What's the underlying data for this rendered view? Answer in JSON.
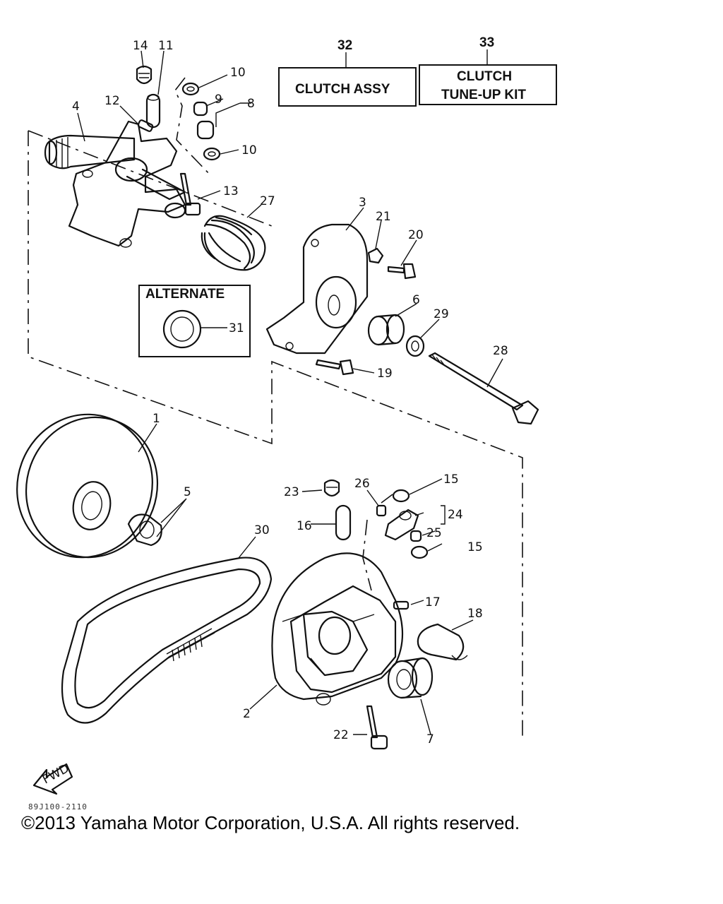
{
  "boxes": {
    "clutch_assy": {
      "number": "32",
      "label": "CLUTCH ASSY"
    },
    "tune_up_kit": {
      "number": "33",
      "line1": "CLUTCH",
      "line2": "TUNE-UP KIT"
    },
    "alternate": {
      "label": "ALTERNATE",
      "number": "31"
    }
  },
  "callouts": {
    "c1": "1",
    "c2": "2",
    "c3": "3",
    "c4": "4",
    "c5": "5",
    "c6": "6",
    "c7": "7",
    "c8": "8",
    "c9": "9",
    "c10a": "10",
    "c10b": "10",
    "c11": "11",
    "c12": "12",
    "c13": "13",
    "c14": "14",
    "c15a": "15",
    "c15b": "15",
    "c16": "16",
    "c17": "17",
    "c18": "18",
    "c19": "19",
    "c20": "20",
    "c21": "21",
    "c22": "22",
    "c23": "23",
    "c24": "24",
    "c25": "25",
    "c26": "26",
    "c27": "27",
    "c28": "28",
    "c29": "29",
    "c30": "30"
  },
  "fwd_label": "FWD",
  "code": "89J100-2110",
  "copyright": "©2013 Yamaha Motor Corporation, U.S.A. All rights reserved."
}
